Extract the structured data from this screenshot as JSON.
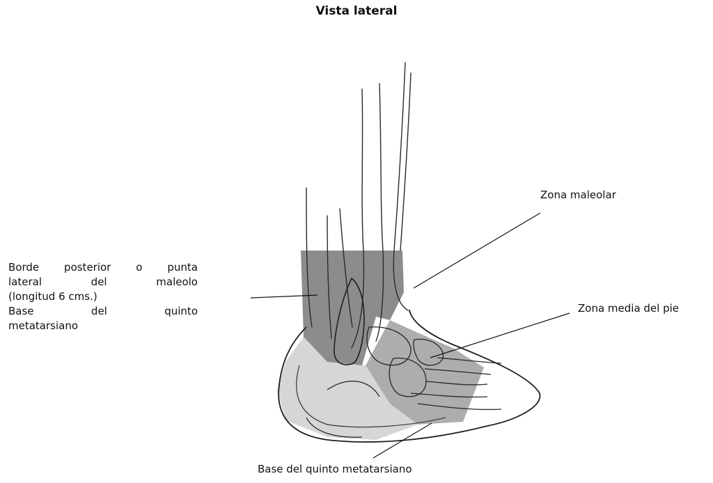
{
  "title": "Vista lateral",
  "labels": {
    "zona_maleolar": "Zona maleolar",
    "zona_media": "Zona media del pie",
    "base_bottom": "Base del quinto metatarsiano"
  },
  "left_block": {
    "line1": [
      "Borde",
      "posterior",
      "o",
      "punta"
    ],
    "line2": [
      "lateral",
      "del",
      "maleolo"
    ],
    "line3": "(longitud 6 cms.)",
    "line4": [
      "Base",
      "del",
      "quinto"
    ],
    "line5": "metatarsiano"
  },
  "colors": {
    "zone_dark": "#8a8a8a",
    "zone_mid": "#a9a9a9",
    "zone_light": "#d4d4d4",
    "ink": "#222222"
  }
}
